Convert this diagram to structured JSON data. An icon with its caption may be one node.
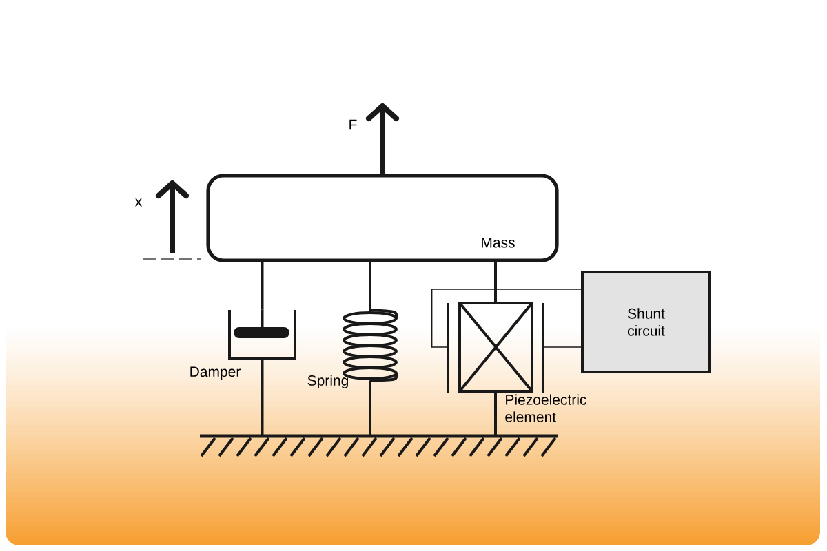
{
  "diagram": {
    "nodes": [
      {
        "text": [
          "Mass"
        ]
      },
      {
        "text": [],
        "shape": "damper",
        "beside": [
          "Damper"
        ]
      },
      {
        "text": [],
        "shape": "spring",
        "beside": [
          "Spring"
        ]
      },
      {
        "text": [],
        "shape": "box",
        "beside": [
          "Piezoelectric element"
        ]
      },
      {
        "text": [
          "Shunt circuit"
        ]
      },
      {
        "text": [],
        "shape": "ground"
      }
    ],
    "edges": [
      {
        "from": 0,
        "to": 1,
        "arrow": "none"
      },
      {
        "from": 1,
        "to": 5,
        "arrow": "none"
      },
      {
        "from": 0,
        "to": 2,
        "arrow": "none"
      },
      {
        "from": 2,
        "to": 5,
        "arrow": "none"
      },
      {
        "from": 0,
        "to": 3,
        "arrow": "none"
      },
      {
        "from": 3,
        "to": 5,
        "arrow": "none"
      },
      {
        "from": 3,
        "to": 4,
        "arrow": "none"
      },
      {
        "from": 3,
        "to": 4,
        "arrow": "none"
      }
    ],
    "labels": [
      "F",
      "x"
    ]
  }
}
